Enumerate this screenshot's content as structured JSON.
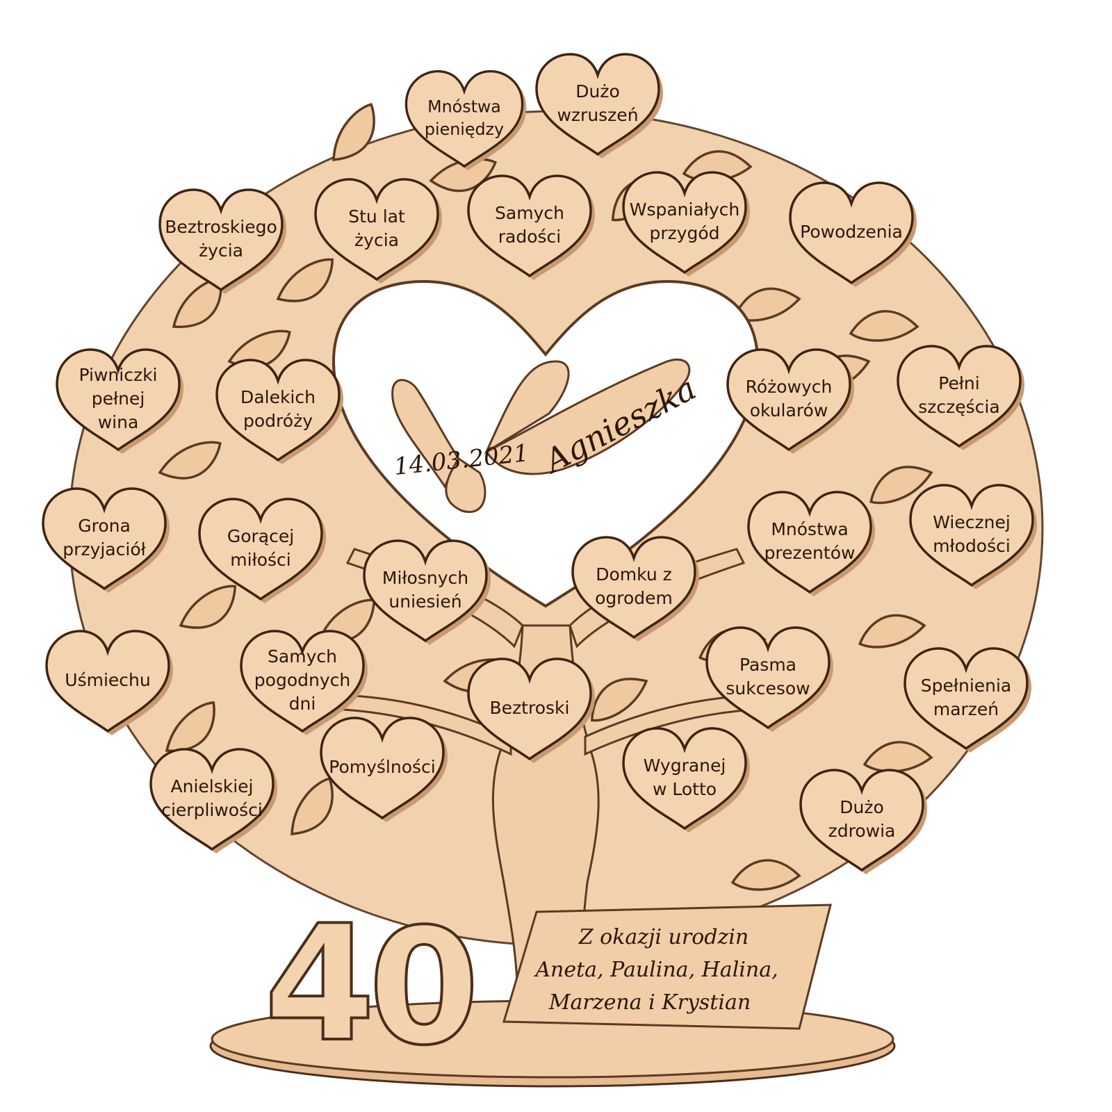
{
  "hearts": [
    {
      "lines": [
        "Mnóstwa",
        "pieniędzy"
      ]
    },
    {
      "lines": [
        "Dużo",
        "wzruszeń"
      ]
    },
    {
      "lines": [
        "Stu lat",
        "życia"
      ]
    },
    {
      "lines": [
        "Samych",
        "radości"
      ]
    },
    {
      "lines": [
        "Wspaniałych",
        "przygód"
      ]
    },
    {
      "lines": [
        "Beztroskiego",
        "życia"
      ]
    },
    {
      "lines": [
        "Powodzenia"
      ]
    },
    {
      "lines": [
        "Piwniczki",
        "pełnej",
        "wina"
      ]
    },
    {
      "lines": [
        "Dalekich",
        "podróży"
      ]
    },
    {
      "lines": [
        "Różowych",
        "okularów"
      ]
    },
    {
      "lines": [
        "Pełni",
        "szczęścia"
      ]
    },
    {
      "lines": [
        "Grona",
        "przyjaciół"
      ]
    },
    {
      "lines": [
        "Gorącej",
        "miłości"
      ]
    },
    {
      "lines": [
        "Miłosnych",
        "uniesień"
      ]
    },
    {
      "lines": [
        "Domku z",
        "ogrodem"
      ]
    },
    {
      "lines": [
        "Mnóstwa",
        "prezentów"
      ]
    },
    {
      "lines": [
        "Wiecznej",
        "młodości"
      ]
    },
    {
      "lines": [
        "Uśmiechu"
      ]
    },
    {
      "lines": [
        "Samych",
        "pogodnych",
        "dni"
      ]
    },
    {
      "lines": [
        "Beztroski"
      ]
    },
    {
      "lines": [
        "Pasma",
        "sukcesow"
      ]
    },
    {
      "lines": [
        "Spełnienia",
        "marzeń"
      ]
    },
    {
      "lines": [
        "Pomyślności"
      ]
    },
    {
      "lines": [
        "Wygranej",
        "w Lotto"
      ]
    },
    {
      "lines": [
        "Anielskiej",
        "cierpliwości"
      ]
    },
    {
      "lines": [
        "Dużo",
        "zdrowia"
      ]
    }
  ],
  "center": {
    "name": "Agnieszka",
    "date": "14.03.2021"
  },
  "age": {
    "digit1": "4",
    "digit2": "0"
  },
  "plaque": {
    "line1": "Z okazji urodzin",
    "line2": "Aneta, Paulina, Halina,",
    "line3": "Marzena i Krystian"
  }
}
